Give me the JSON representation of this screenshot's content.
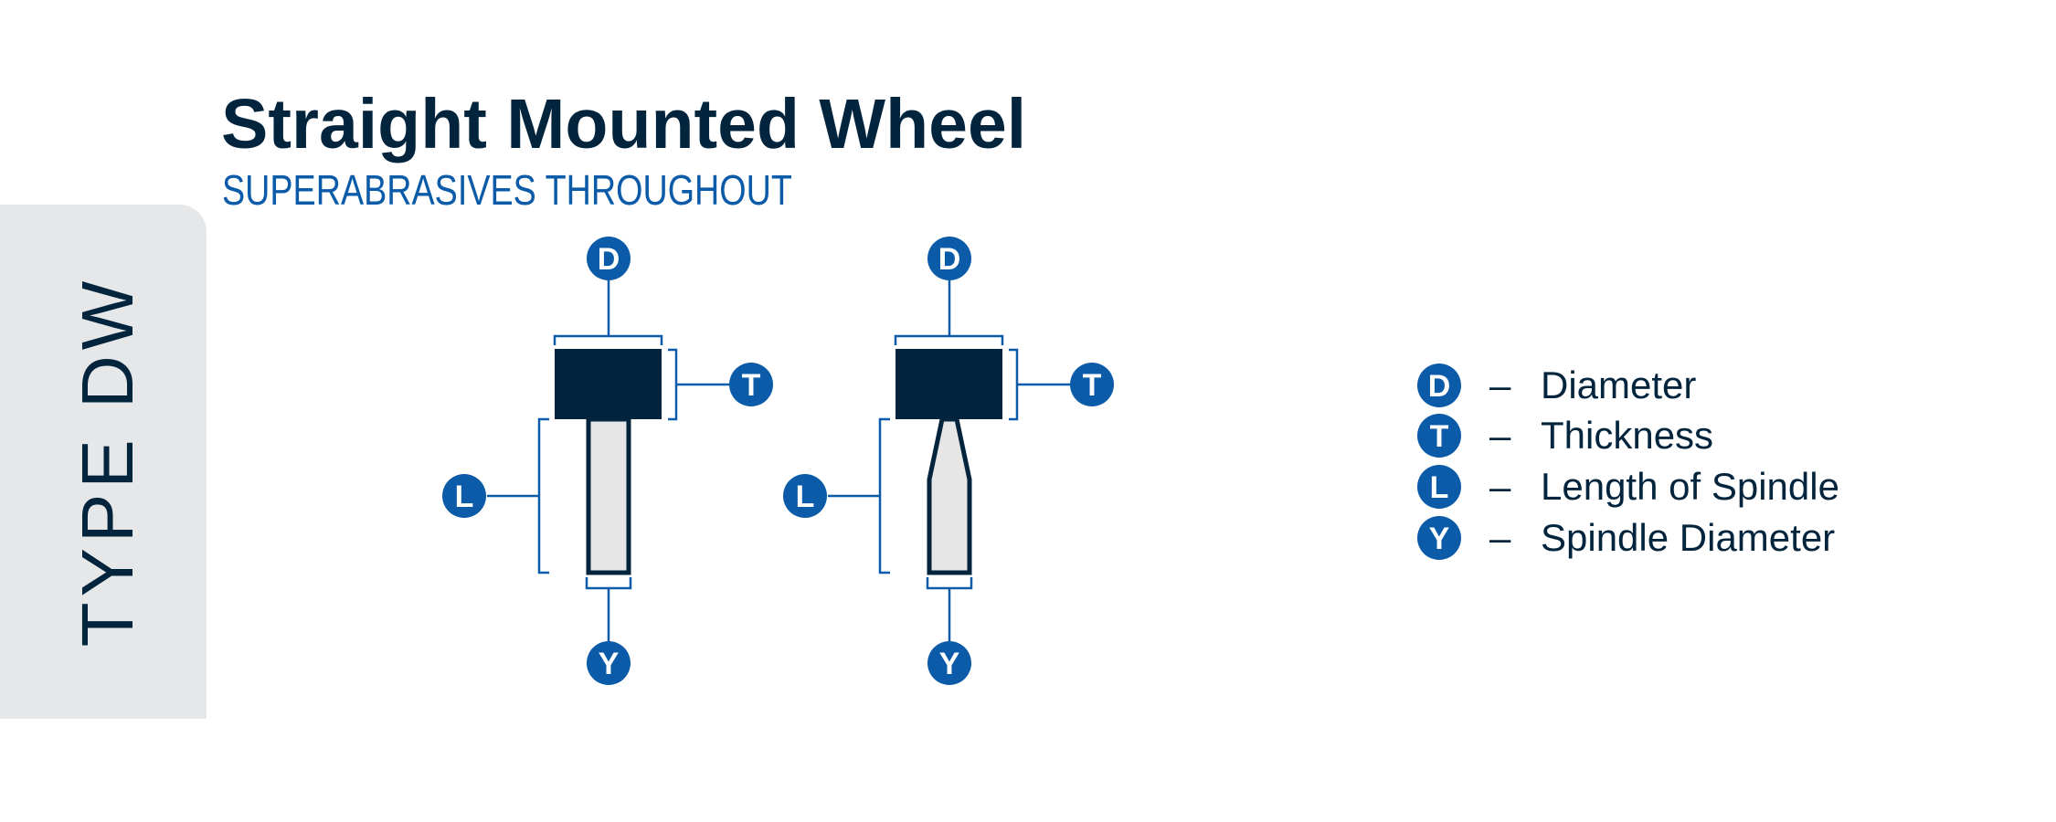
{
  "header": {
    "title": "Straight Mounted Wheel",
    "subtitle": "SUPERABRASIVES THROUGHOUT"
  },
  "side_tab": {
    "label": "TYPE DW"
  },
  "badges": {
    "D": "D",
    "T": "T",
    "L": "L",
    "Y": "Y"
  },
  "legend": {
    "separator": "–",
    "items": [
      {
        "symbol": "D",
        "label": "Diameter"
      },
      {
        "symbol": "T",
        "label": "Thickness"
      },
      {
        "symbol": "L",
        "label": "Length of Spindle"
      },
      {
        "symbol": "Y",
        "label": "Spindle Diameter"
      }
    ]
  },
  "colors": {
    "navy": "#03243d",
    "blue": "#0b5ba8",
    "spindle_fill": "#e6e6e6",
    "tab_gray": "#e6e7e8"
  }
}
